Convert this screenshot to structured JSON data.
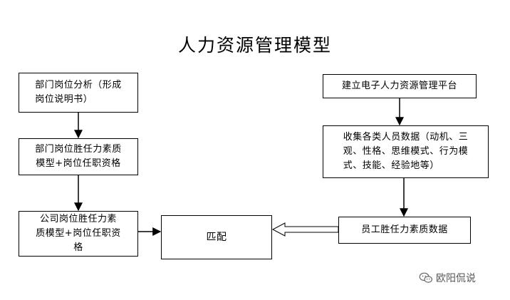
{
  "diagram": {
    "title": "人力资源管理模型",
    "boxes": {
      "dept_analysis": [
        "部门岗位分析（形成",
        "岗位说明书）"
      ],
      "dept_competency": [
        "部门岗位胜任力素质",
        "模型+岗位任职资格"
      ],
      "company_competency": [
        "公司岗位胜任力素",
        "质模型+岗位任职资",
        "格"
      ],
      "match": "匹配",
      "platform": "建立电子人力资源管理平台",
      "collect": [
        "收集各类人员数据（动机、三",
        "观、性格、思维模式、行为模",
        "式、技能、经验地等）"
      ],
      "employee_data": "员工胜任力素质数据"
    }
  },
  "watermark": {
    "icon": "wechat-icon",
    "text": "欧阳侃说"
  }
}
